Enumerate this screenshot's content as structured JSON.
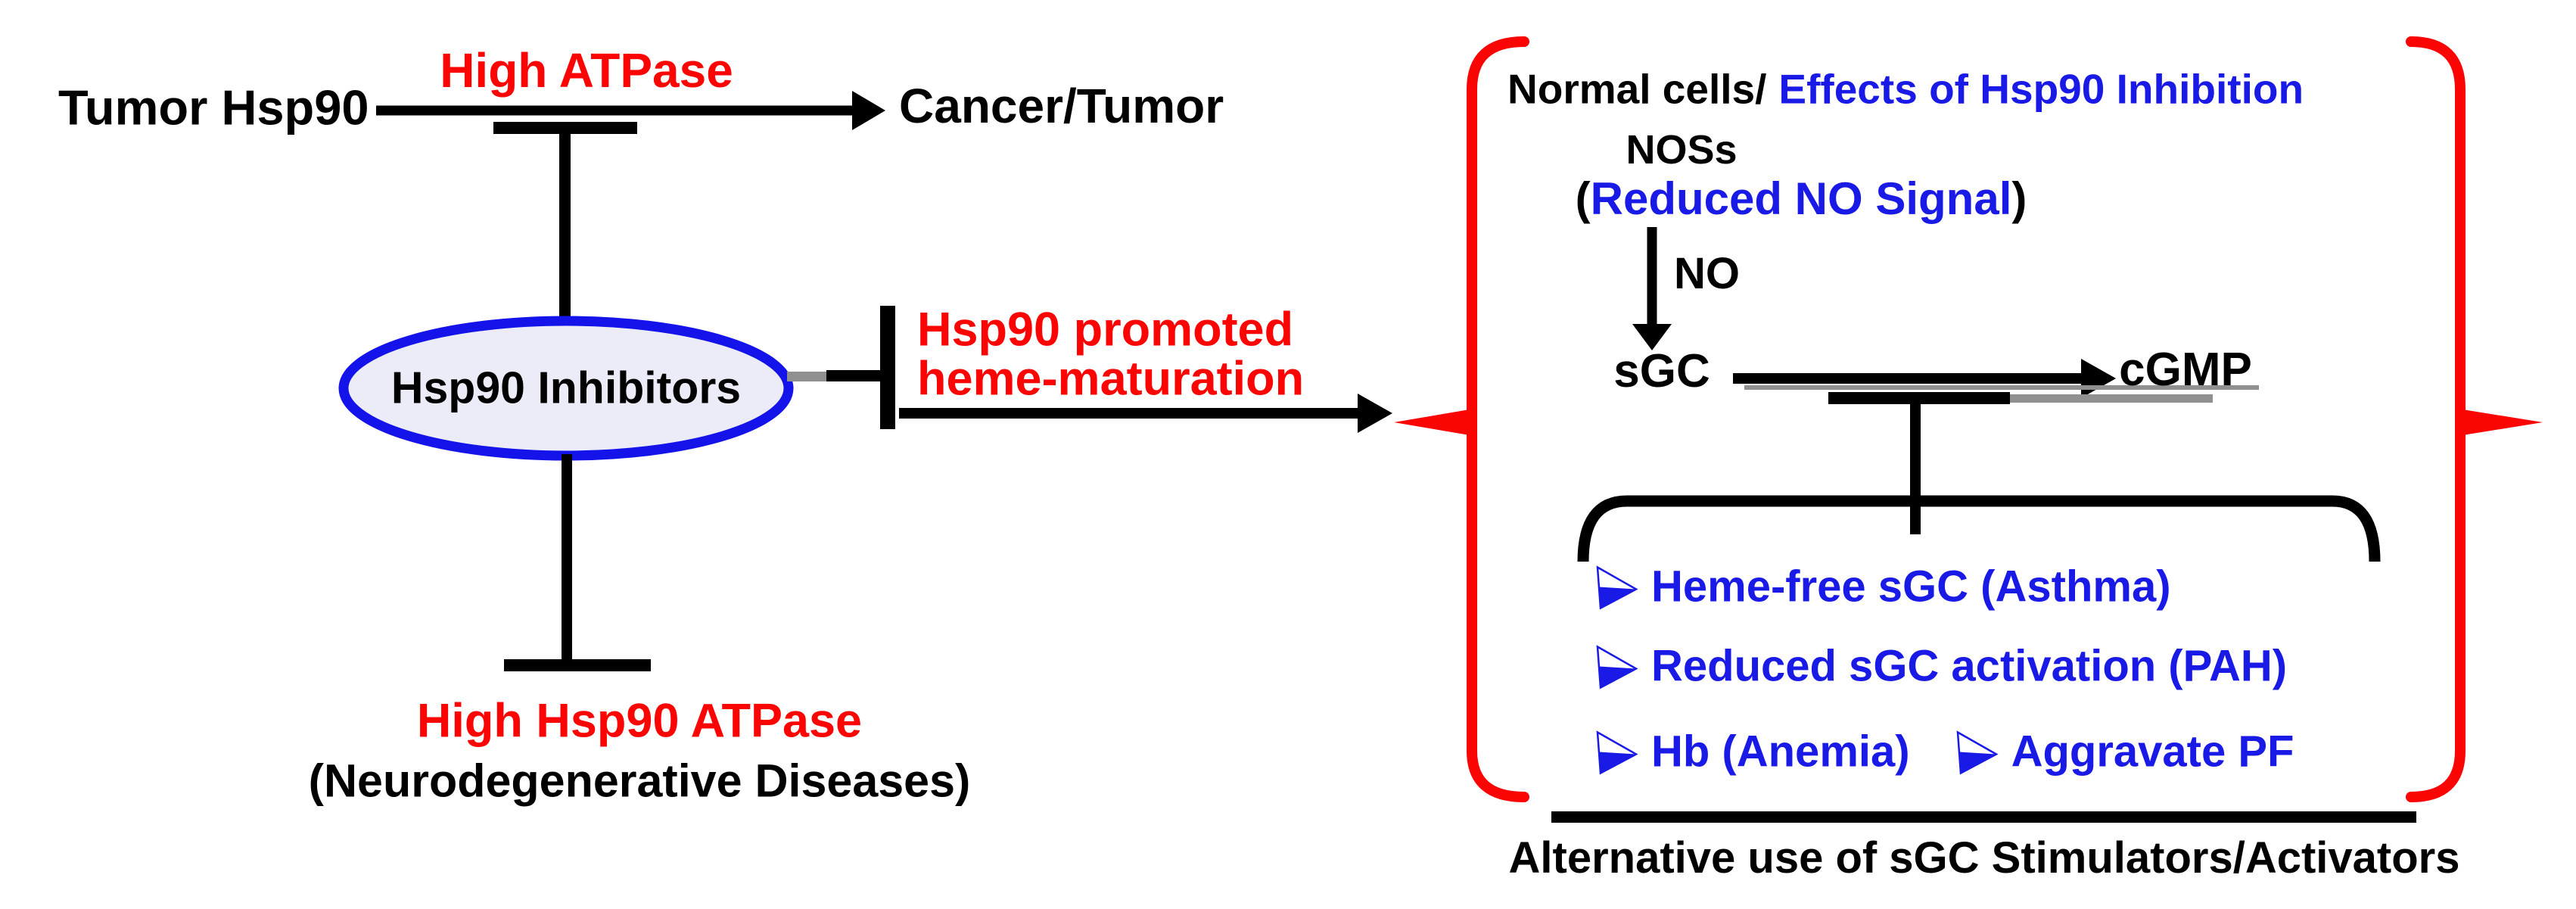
{
  "colors": {
    "red": "#fb0404",
    "blue": "#1a1ae6",
    "black": "#000000",
    "ellipse_fill": "#ececf8",
    "ellipse_stroke": "#1414ea"
  },
  "left_flow": {
    "tumor_hsp90": "Tumor Hsp90",
    "high_atpase": "High ATPase",
    "cancer_tumor": "Cancer/Tumor",
    "hsp90_inhibitors": "Hsp90 Inhibitors",
    "heme_line1": "Hsp90 promoted",
    "heme_line2": "heme-maturation",
    "high_hsp90_atpase": "High Hsp90 ATPase",
    "neurodegenerative": "(Neurodegenerative Diseases)"
  },
  "right_panel": {
    "title_black": "Normal cells/",
    "title_blue": "Effects of Hsp90 Inhibition",
    "noss": "NOSs",
    "reduced_open": "(",
    "reduced_blue": "Reduced NO Signal",
    "reduced_close": ")",
    "no_label": "NO",
    "sgc": "sGC",
    "cgmp": "cGMP",
    "bullet_rows": [
      {
        "items": [
          "Heme-free sGC (Asthma)"
        ]
      },
      {
        "items": [
          "Reduced sGC activation (PAH)"
        ]
      },
      {
        "items": [
          "Hb (Anemia)",
          "Aggravate PF"
        ]
      }
    ],
    "footer": "Alternative use of sGC Stimulators/Activators"
  }
}
